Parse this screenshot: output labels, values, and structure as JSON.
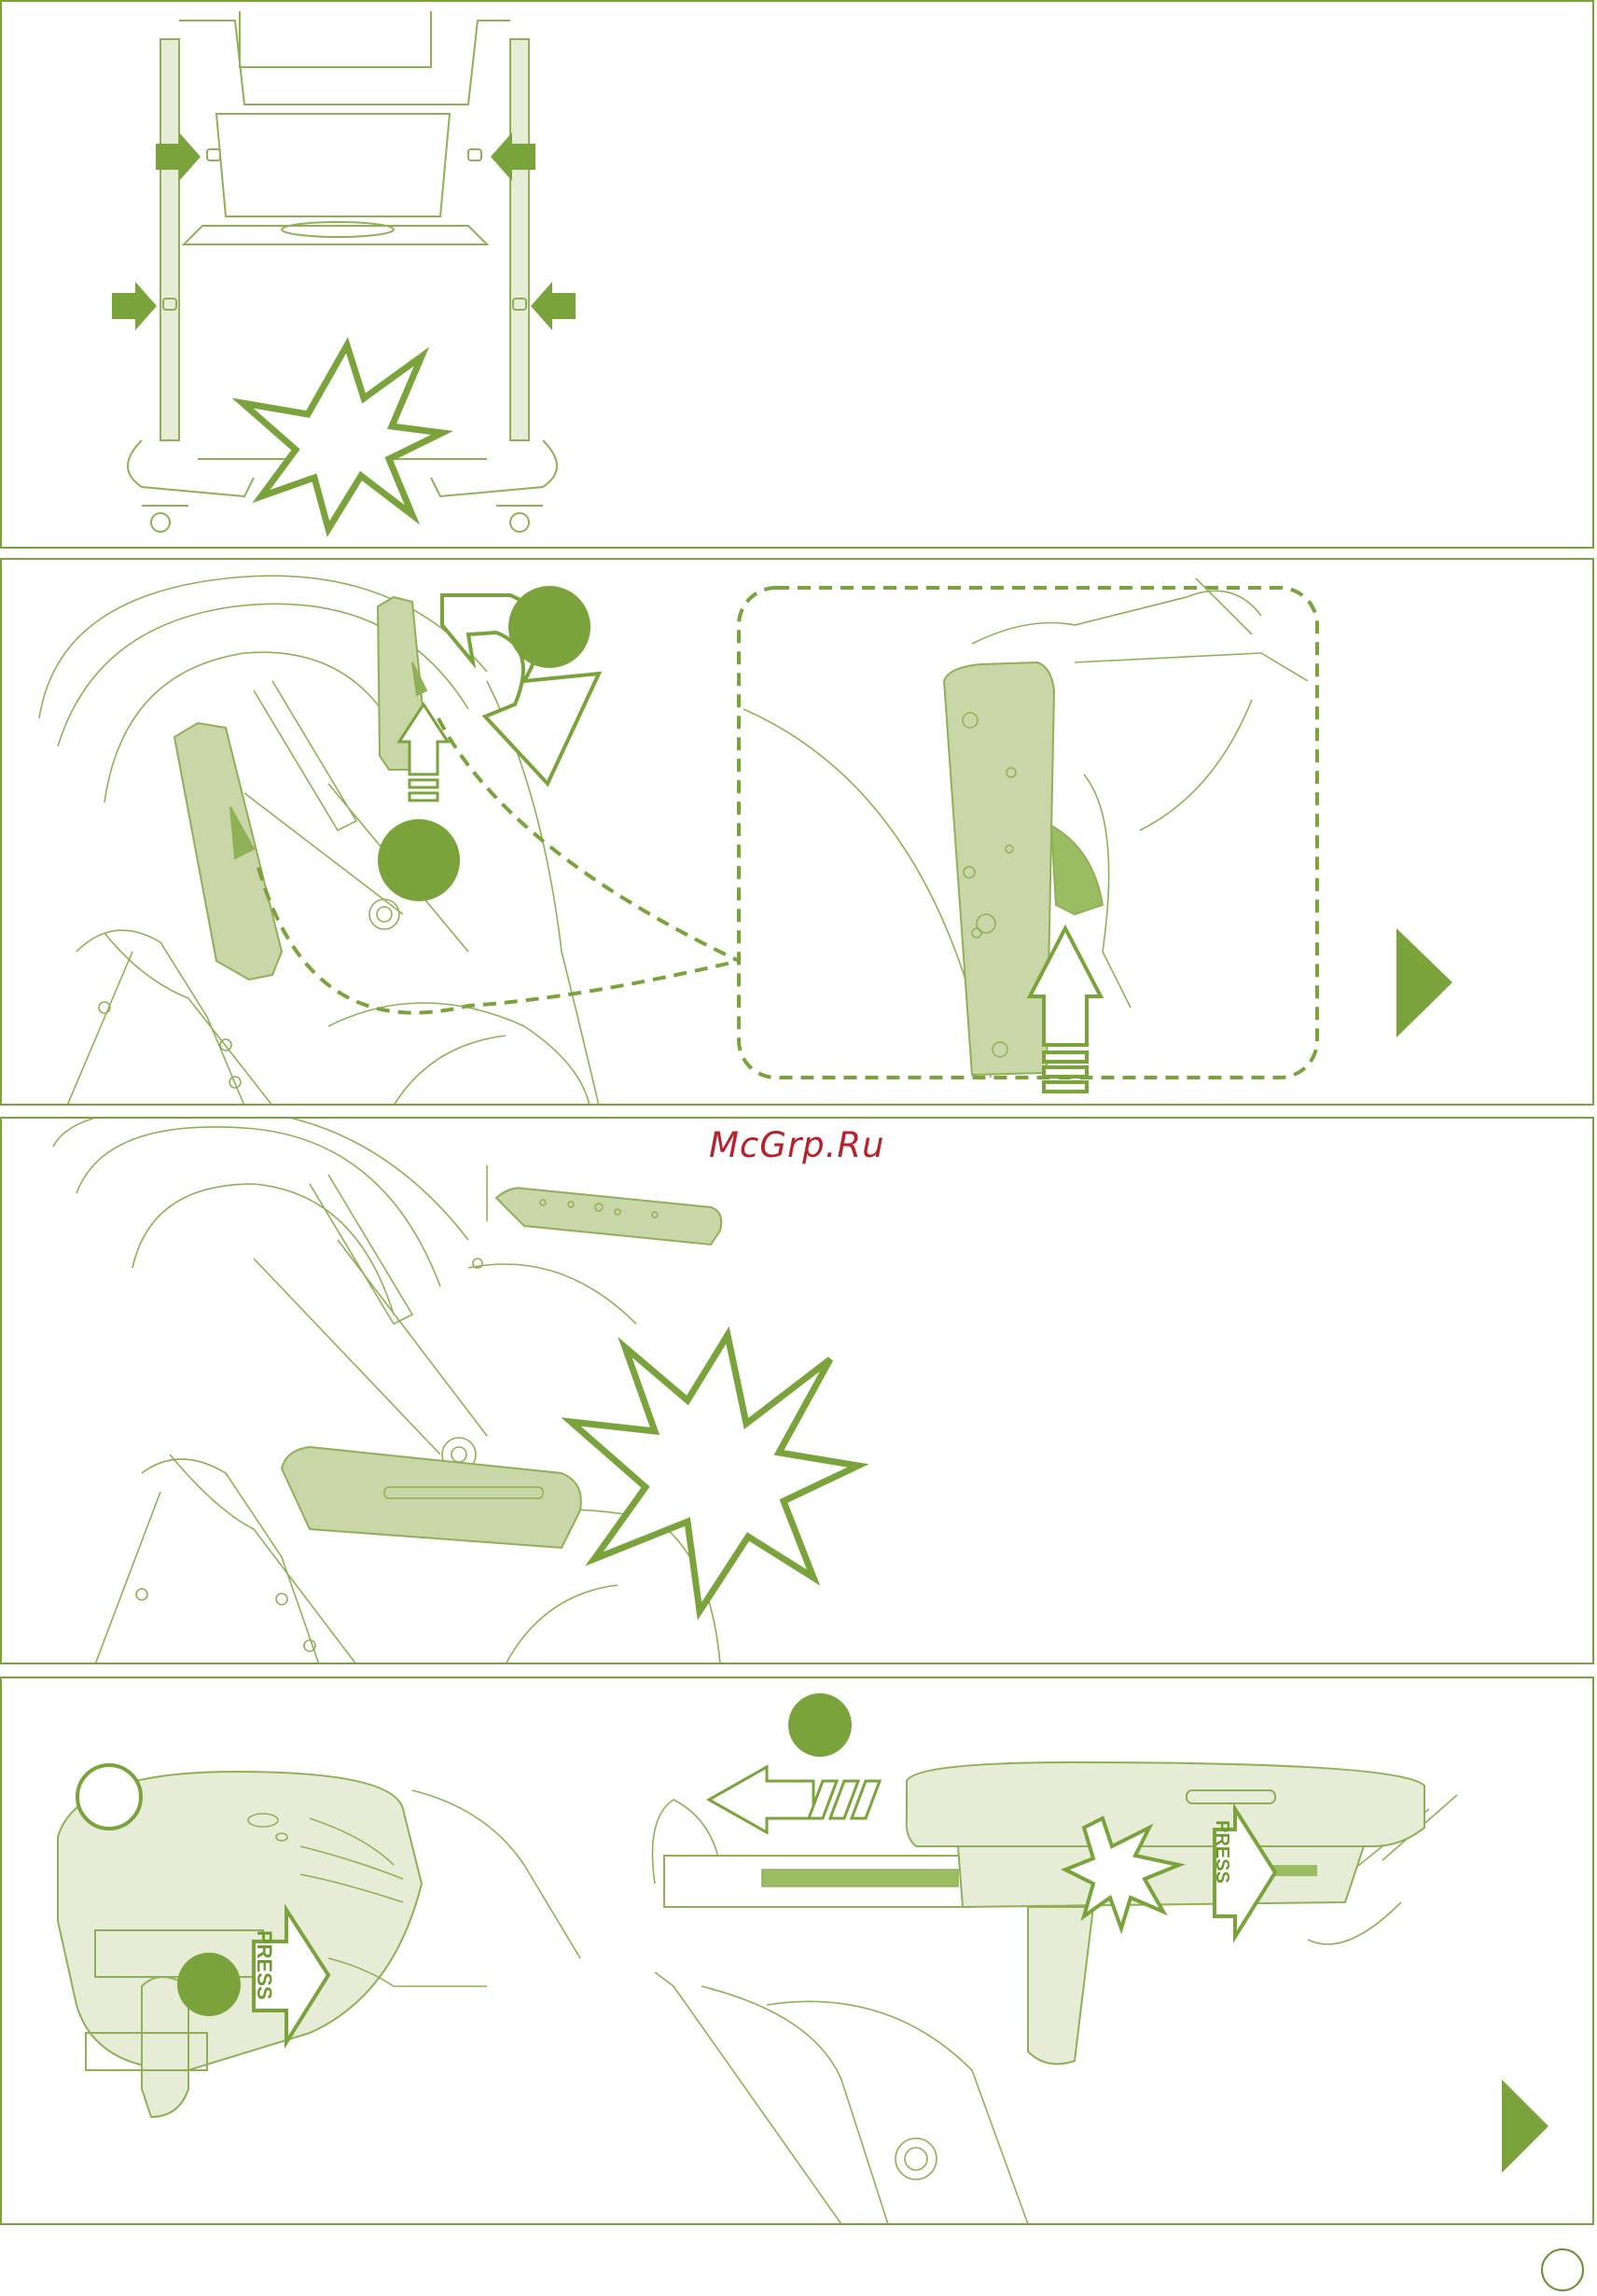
{
  "watermark": "McGrp.Ru",
  "labels": {
    "press_1": "PRESS",
    "press_2": "PRESS"
  },
  "colors": {
    "accent_green": "#7aa33c",
    "fill_green": "#c9d6a8",
    "line_green": "#8fb056",
    "watermark_red": "#b8202a"
  },
  "icons": {
    "next_arrow": "play-triangle-icon",
    "marker": "filled-circle-icon",
    "click": "starburst-icon"
  }
}
